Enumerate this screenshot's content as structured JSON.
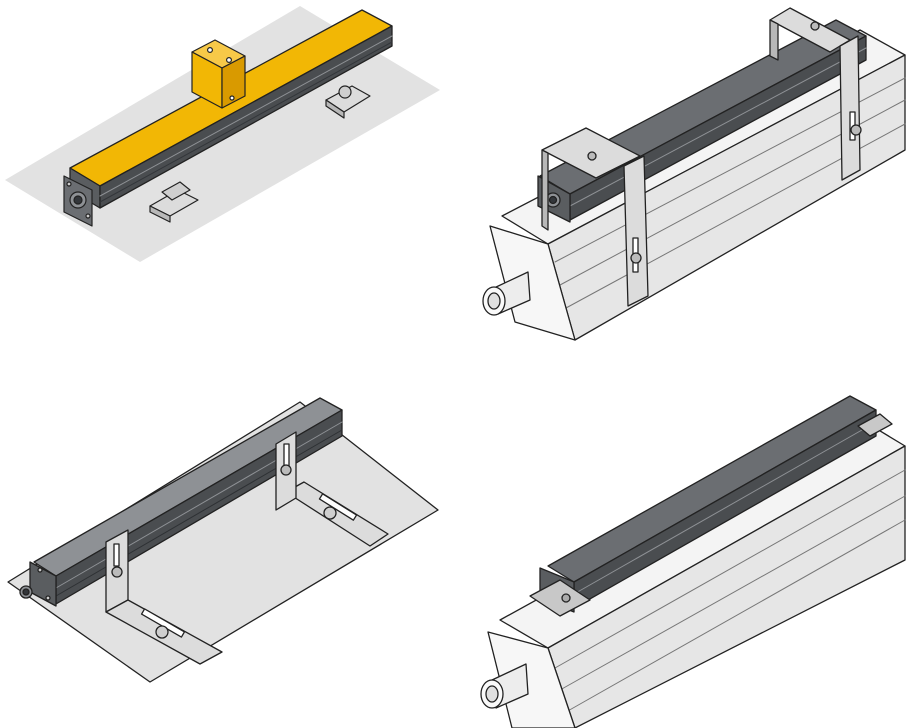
{
  "colors": {
    "floor": "#e2e2e2",
    "sensor_dark": "#4a4d50",
    "sensor_mid": "#6b6e72",
    "sensor_light": "#8e9195",
    "yellow_top": "#f2b705",
    "yellow_side": "#d99a00",
    "bracket_light": "#dcdcdc",
    "bracket_dark": "#b8b8b8",
    "cylinder_face": "#f4f4f4",
    "cylinder_side": "#e6e6e6",
    "outline": "#222222"
  },
  "panels": [
    {
      "id": "floor-mount-yellow-cover",
      "description_icon": "sensor-on-floor-with-yellow-cover"
    },
    {
      "id": "cylinder-strap-mount",
      "description_icon": "sensor-strapped-to-profile-cylinder"
    },
    {
      "id": "floor-angle-bracket-mount",
      "description_icon": "sensor-on-angle-brackets"
    },
    {
      "id": "cylinder-slot-mount",
      "description_icon": "sensor-in-cylinder-slot"
    }
  ]
}
